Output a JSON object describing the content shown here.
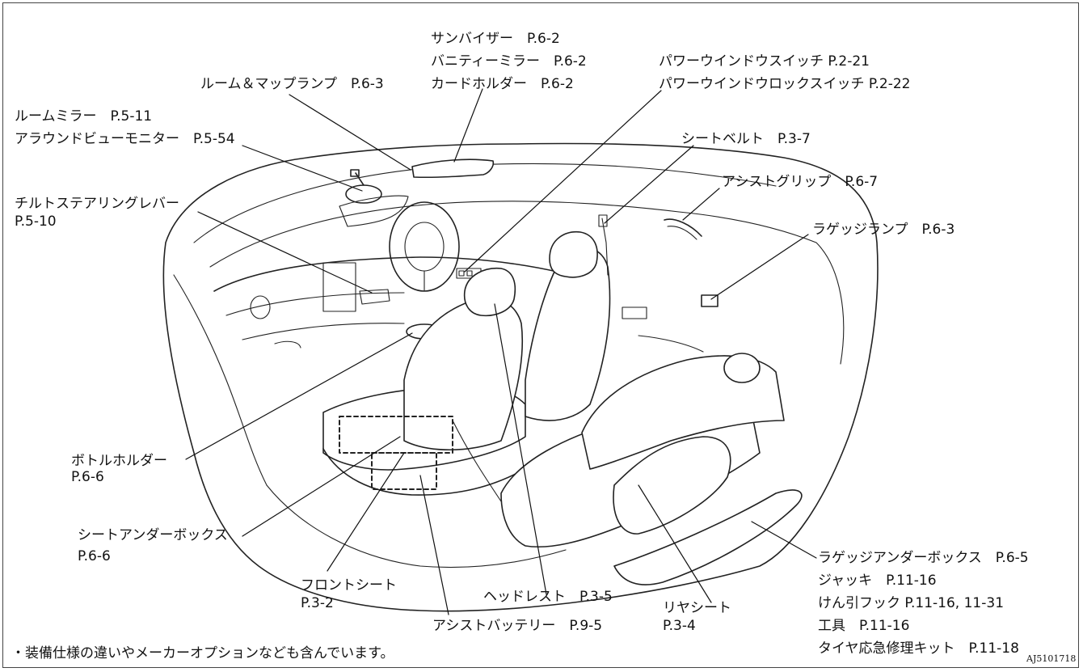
{
  "labels": {
    "sunvisor": "サンバイザー　P.6-2",
    "vanity_mirror": "バニティーミラー　P.6-2",
    "card_holder": "カードホルダー　P.6-2",
    "room_map_lamp": "ルーム＆マップランプ　P.6-3",
    "pw_switch": "パワーウインドウスイッチ P.2-21",
    "pw_lock_switch": "パワーウインドウロックスイッチ P.2-22",
    "room_mirror": "ルームミラー　P.5-11",
    "around_view_monitor": "アラウンドビューモニター　P.5-54",
    "seatbelt": "シートベルト　P.3-7",
    "assist_grip": "アシストグリップ　P.6-7",
    "tilt_lever_1": "チルトステアリングレバー",
    "tilt_lever_2": "P.5-10",
    "luggage_lamp": "ラゲッジランプ　P.6-3",
    "bottle_holder_1": "ボトルホルダー",
    "bottle_holder_2": "P.6-6",
    "seat_under_box_1": "シートアンダーボックス",
    "seat_under_box_2": "P.6-6",
    "front_seat_1": "フロントシート",
    "front_seat_2": "P.3-2",
    "headrest": "ヘッドレスト　P.3-5",
    "assist_battery": "アシストバッテリー　P.9-5",
    "rear_seat_1": "リヤシート",
    "rear_seat_2": "P.3-4",
    "luggage_under_box": "ラゲッジアンダーボックス　P.6-5",
    "jack": "ジャッキ　P.11-16",
    "tow_hook": "けん引フック P.11-16,  11-31",
    "tools": "工具　P.11-16",
    "tire_repair_kit": "タイヤ応急修理キット　P.11-18"
  },
  "footnote": "・装備仕様の違いやメーカーオプションなども含んでいます。",
  "figure_code": "AJ5101718"
}
